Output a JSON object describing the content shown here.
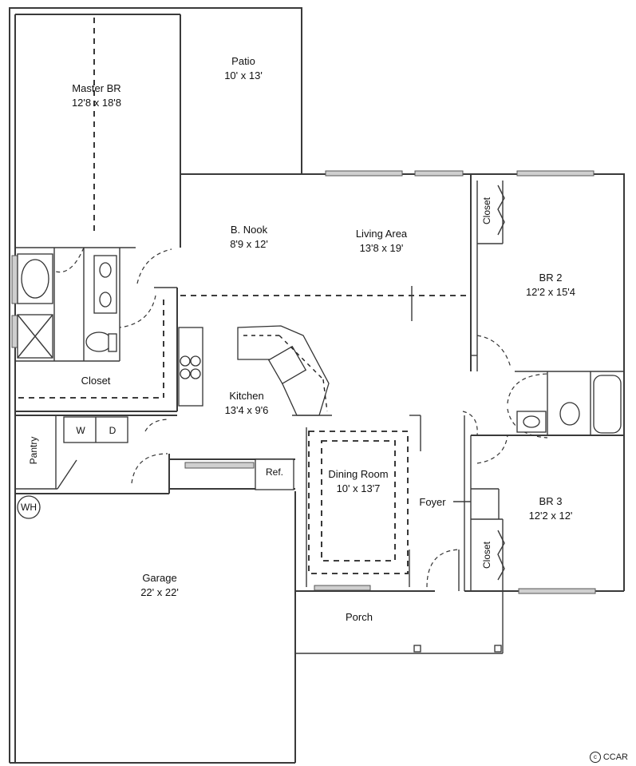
{
  "rooms": {
    "master_br": {
      "name": "Master BR",
      "size": "12'8 x 18'8"
    },
    "patio": {
      "name": "Patio",
      "size": "10' x 13'"
    },
    "b_nook": {
      "name": "B. Nook",
      "size": "8'9 x 12'"
    },
    "living_area": {
      "name": "Living Area",
      "size": "13'8 x 19'"
    },
    "br2": {
      "name": "BR 2",
      "size": "12'2 x 15'4"
    },
    "kitchen": {
      "name": "Kitchen",
      "size": "13'4 x 9'6"
    },
    "dining_room": {
      "name": "Dining Room",
      "size": "10' x 13'7"
    },
    "br3": {
      "name": "BR 3",
      "size": "12'2 x 12'"
    },
    "garage": {
      "name": "Garage",
      "size": "22' x 22'"
    }
  },
  "labels": {
    "closet_master": "Closet",
    "closet_br2": "Closet",
    "closet_br3": "Closet",
    "pantry": "Pantry",
    "washer": "W",
    "dryer": "D",
    "refrigerator": "Ref.",
    "foyer": "Foyer",
    "porch": "Porch",
    "water_heater": "WH"
  },
  "watermark": "CCAR"
}
